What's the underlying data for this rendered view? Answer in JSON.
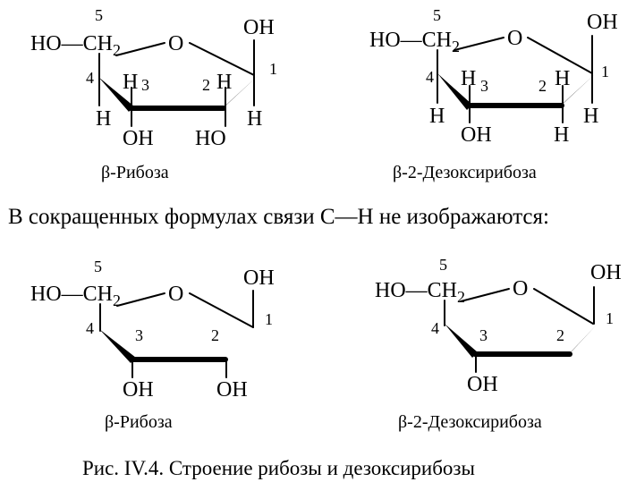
{
  "ribose_top": {
    "num_c5": "5",
    "num_c4": "4",
    "num_c3": "3",
    "num_c2": "2",
    "num_c1": "1",
    "ho_ch2_prefix": "HO—CH",
    "ch2_sub": "2",
    "ring_oxygen": "O",
    "c1_oh": "OH",
    "c1_h": "H",
    "c2_h": "H",
    "c2_oh": "HO",
    "c3_h": "H",
    "c3_oh": "OH",
    "c4_h": "H",
    "caption": "β-Рибоза"
  },
  "deoxyribose_top": {
    "num_c5": "5",
    "num_c4": "4",
    "num_c3": "3",
    "num_c2": "2",
    "num_c1": "1",
    "ho_ch2_prefix": "HO—CH",
    "ch2_sub": "2",
    "ring_oxygen": "O",
    "c1_oh": "OH",
    "c1_h": "H",
    "c2_h_up": "H",
    "c2_h_down": "H",
    "c3_h": "H",
    "c3_oh": "OH",
    "c4_h": "H",
    "caption": "β-2-Дезоксирибоза"
  },
  "middle_text": "В сокращенных формулах связи С—Н не изображаются:",
  "ribose_short": {
    "num_c5": "5",
    "num_c4": "4",
    "num_c3": "3",
    "num_c2": "2",
    "num_c1": "1",
    "ho_ch2_prefix": "HO—CH",
    "ch2_sub": "2",
    "ring_oxygen": "O",
    "c1_oh": "OH",
    "c3_oh": "OH",
    "c2_oh": "OH",
    "caption": "β-Рибоза"
  },
  "deoxyribose_short": {
    "num_c5": "5",
    "num_c4": "4",
    "num_c3": "3",
    "num_c2": "2",
    "num_c1": "1",
    "ho_ch2_prefix": "HO—CH",
    "ch2_sub": "2",
    "ring_oxygen": "O",
    "c1_oh": "OH",
    "c3_oh": "OH",
    "caption": "β-2-Дезоксирибоза"
  },
  "figure_caption": "Рис. IV.4. Строение рибозы и дезоксирибозы"
}
